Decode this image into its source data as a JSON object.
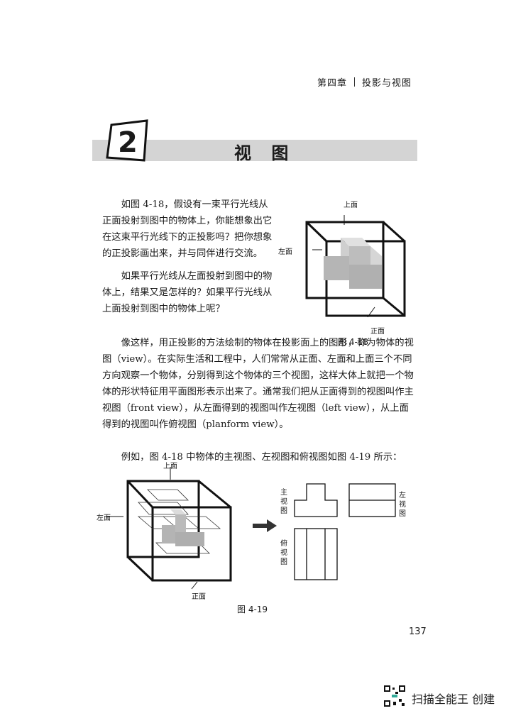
{
  "header": {
    "chapter": "第四章",
    "chapter_title": "投影与视图"
  },
  "section": {
    "number": "2",
    "title": "视 图"
  },
  "paragraphs": [
    "如图 4-18，假设有一束平行光线从正面投射到图中的物体上，你能想象出它在这束平行光线下的正投影吗？把你想象的正投影画出来，并与同伴进行交流。",
    "如果平行光线从左面投射到图中的物体上，结果又是怎样的？如果平行光线从上面投射到图中的物体上呢？",
    "像这样，用正投影的方法绘制的物体在投影面上的图形，称为物体的视图（view）。在实际生活和工程中，人们常常从正面、左面和上面三个不同方向观察一个物体，分别得到这个物体的三个视图，这样大体上就把一个物体的形状特征用平面图形表示出来了。通常我们把从正面得到的视图叫作主视图（front view），从左面得到的视图叫作左视图（left view），从上面得到的视图叫作俯视图（planform view）。",
    "例如，图 4-18 中物体的主视图、左视图和俯视图如图 4-19 所示："
  ],
  "fig18": {
    "caption": "图 4-18",
    "top_label": "上面",
    "left_label": "左面",
    "front_label": "正面"
  },
  "fig19": {
    "caption": "图 4-19",
    "top_label": "上面",
    "left_label": "左面",
    "front_label": "正面",
    "main_view": "主视图",
    "left_view": "左视图",
    "top_view": "俯视图"
  },
  "page_number": "137",
  "watermark": "扫描全能王 创建"
}
